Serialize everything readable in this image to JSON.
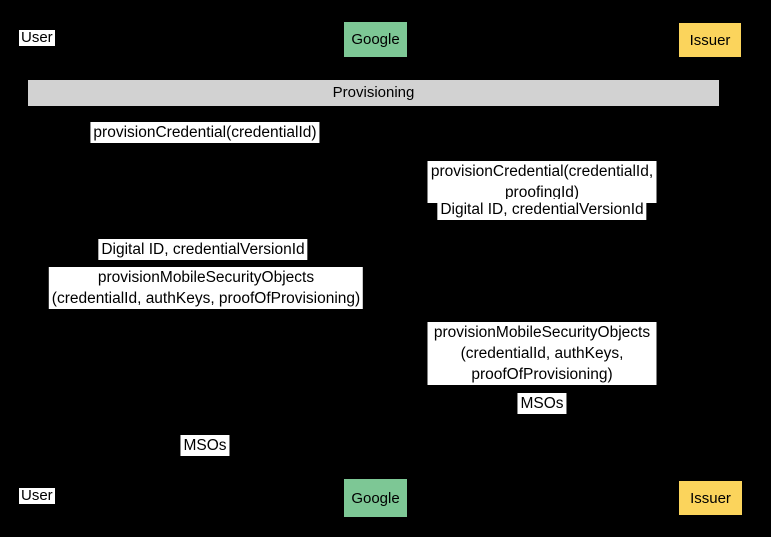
{
  "diagram": {
    "type": "sequence-diagram",
    "background_color": "#000000",
    "label_background_color": "#ffffff",
    "label_text_color": "#000000",
    "actors": {
      "user": {
        "label": "User",
        "color": "#ffffff"
      },
      "google": {
        "label": "Google",
        "color": "#7dc795"
      },
      "issuer": {
        "label": "Issuer",
        "color": "#fbd45c"
      }
    },
    "phase": {
      "title": "Provisioning",
      "color": "#d2d2d2"
    },
    "messages": [
      {
        "label": "provisionCredential(credentialId)",
        "between": [
          "User",
          "Google"
        ]
      },
      {
        "label": "provisionCredential(credentialId, proofingId)",
        "between": [
          "Google",
          "Issuer"
        ]
      },
      {
        "label": "Digital ID, credentialVersionId",
        "between": [
          "Google",
          "Issuer"
        ]
      },
      {
        "label": "Digital ID, credentialVersionId",
        "between": [
          "User",
          "Google"
        ]
      },
      {
        "label": "provisionMobileSecurityObjects\n(credentialId, authKeys, proofOfProvisioning)",
        "between": [
          "User",
          "Google"
        ]
      },
      {
        "label": "provisionMobileSecurityObjects\n(credentialId, authKeys, proofOfProvisioning)",
        "between": [
          "Google",
          "Issuer"
        ]
      },
      {
        "label": "MSOs",
        "between": [
          "Google",
          "Issuer"
        ]
      },
      {
        "label": "MSOs",
        "between": [
          "User",
          "Google"
        ]
      }
    ]
  }
}
